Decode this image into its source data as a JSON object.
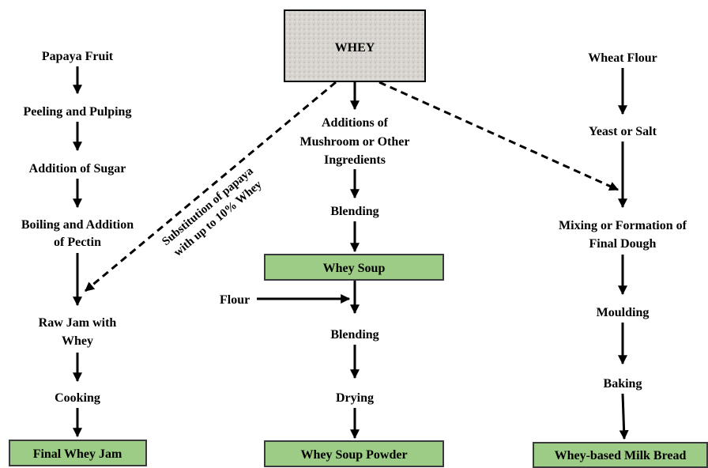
{
  "center": {
    "source": "WHEY",
    "steps": [
      "Additions of",
      "Mushroom  or Other",
      "Ingredients"
    ],
    "blending1": "Blending",
    "product1": "Whey Soup",
    "flour": "Flour",
    "blending2": "Blending",
    "drying": "Drying",
    "product2": "Whey Soup Powder"
  },
  "left": {
    "s1": "Papaya Fruit",
    "s2": "Peeling and Pulping",
    "s3": "Addition  of Sugar",
    "s4a": "Boiling and Addition",
    "s4b": "of Pectin",
    "s5a": "Raw Jam with",
    "s5b": "Whey",
    "s6": "Cooking",
    "product": "Final Whey Jam",
    "note1": "Substitution of papaya",
    "note2": "with up to 10% Whey"
  },
  "right": {
    "s1": "Wheat Flour",
    "s2": "Yeast or Salt",
    "s3a": "Mixing  or Formation of",
    "s3b": "Final Dough",
    "s4": "Moulding",
    "s5": "Baking",
    "product": "Whey-based  Milk Bread"
  },
  "colors": {
    "product_box": "#9ccc85",
    "whey_box": "#d9d6d1"
  }
}
